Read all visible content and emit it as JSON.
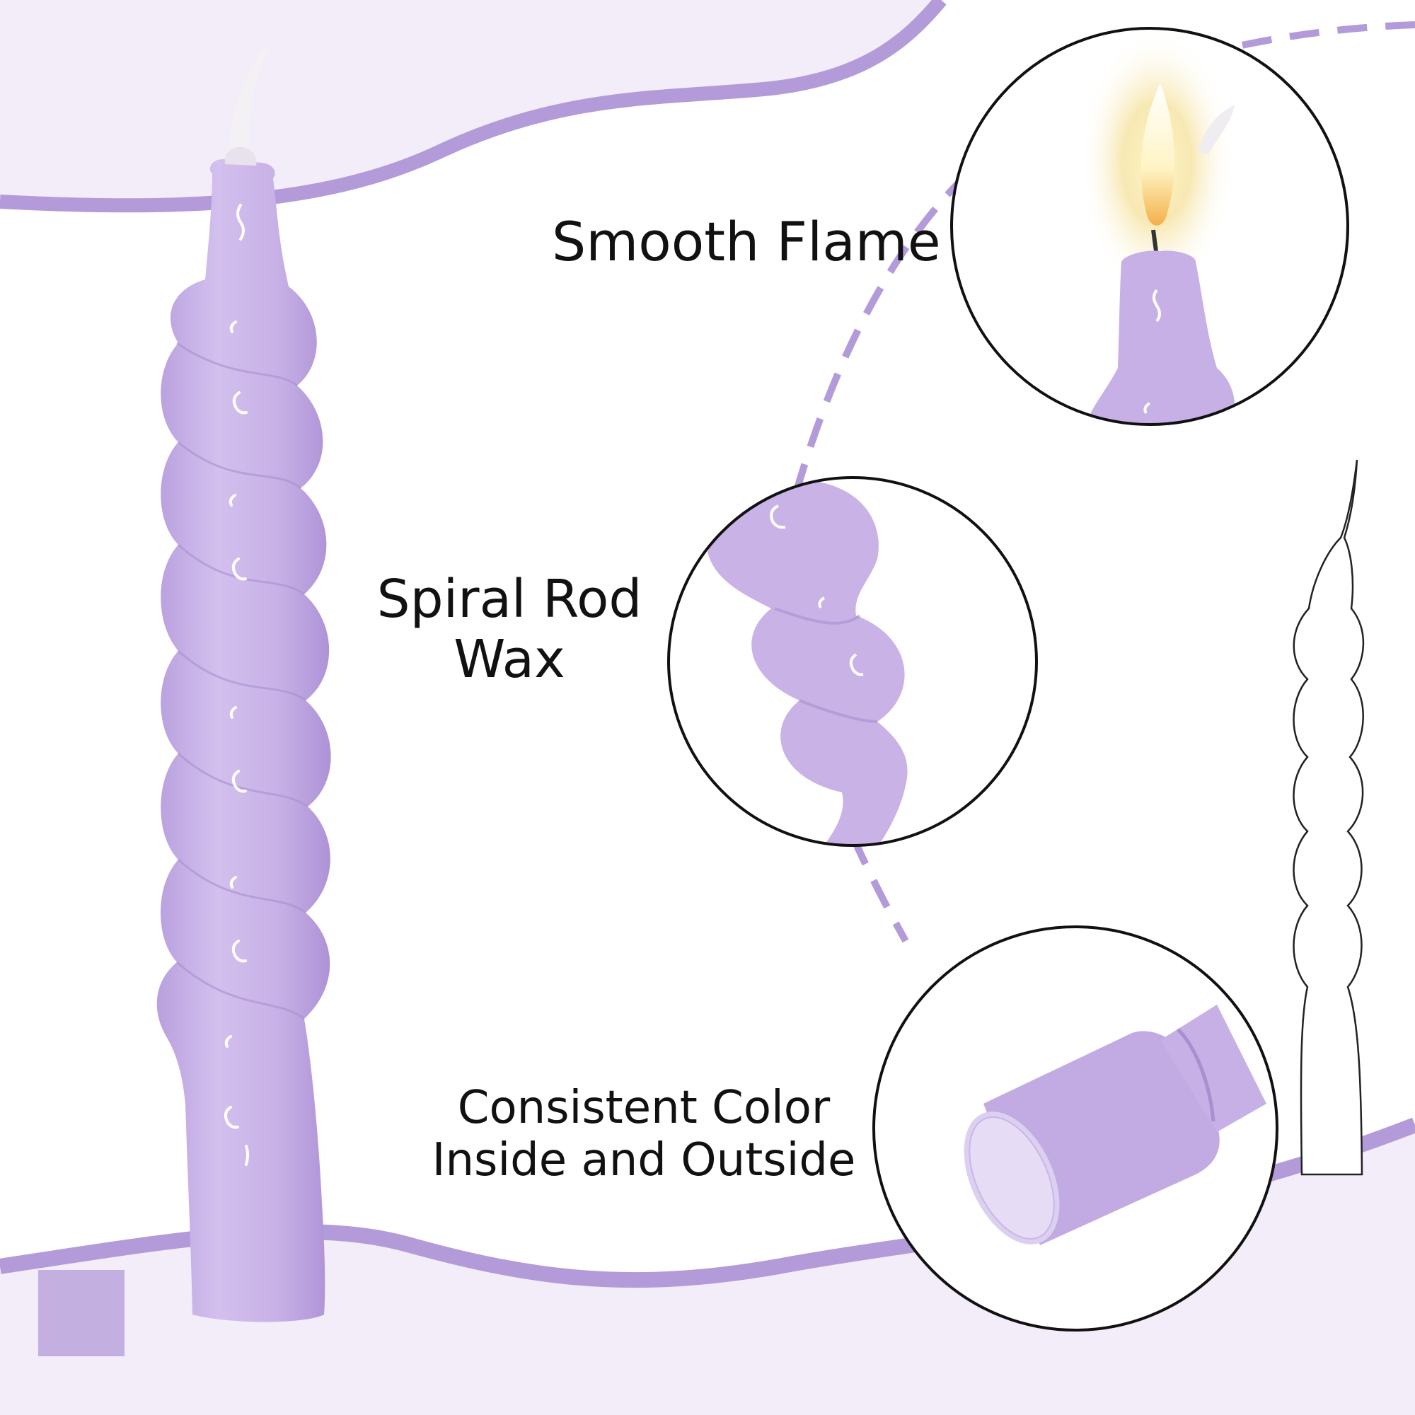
{
  "features": [
    {
      "label_lines": [
        "Smooth Flame"
      ],
      "icon": "candle-flame-closeup"
    },
    {
      "label_lines": [
        "Spiral Rod",
        "Wax"
      ],
      "icon": "spiral-rod-closeup"
    },
    {
      "label_lines": [
        "Consistent Color",
        "Inside and Outside"
      ],
      "icon": "candle-base-cross-section"
    }
  ],
  "product": {
    "icon": "lavender-spiral-taper-candle",
    "outline_icon": "candle-line-drawing"
  },
  "colors": {
    "candle": "#c8b2e6",
    "candle_shade": "#b39ad6",
    "accent": "#b39ad8",
    "background_tint": "#f3ecf9",
    "swatch": "#c4b0e0",
    "text": "#111111"
  }
}
